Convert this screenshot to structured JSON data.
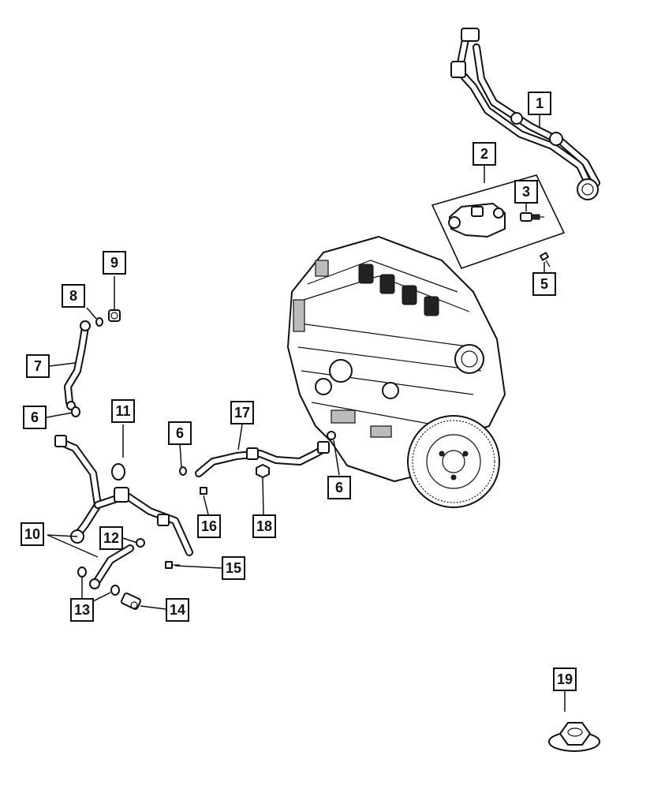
{
  "diagram": {
    "callouts": [
      {
        "id": "1",
        "label": "1"
      },
      {
        "id": "2",
        "label": "2"
      },
      {
        "id": "3",
        "label": "3"
      },
      {
        "id": "5",
        "label": "5"
      },
      {
        "id": "9",
        "label": "9"
      },
      {
        "id": "8",
        "label": "8"
      },
      {
        "id": "7",
        "label": "7"
      },
      {
        "id": "6a",
        "label": "6"
      },
      {
        "id": "11",
        "label": "11"
      },
      {
        "id": "6b",
        "label": "6"
      },
      {
        "id": "17",
        "label": "17"
      },
      {
        "id": "6c",
        "label": "6"
      },
      {
        "id": "10",
        "label": "10"
      },
      {
        "id": "12",
        "label": "12"
      },
      {
        "id": "16",
        "label": "16"
      },
      {
        "id": "18",
        "label": "18"
      },
      {
        "id": "15",
        "label": "15"
      },
      {
        "id": "13",
        "label": "13"
      },
      {
        "id": "14",
        "label": "14"
      },
      {
        "id": "19",
        "label": "19"
      }
    ]
  }
}
